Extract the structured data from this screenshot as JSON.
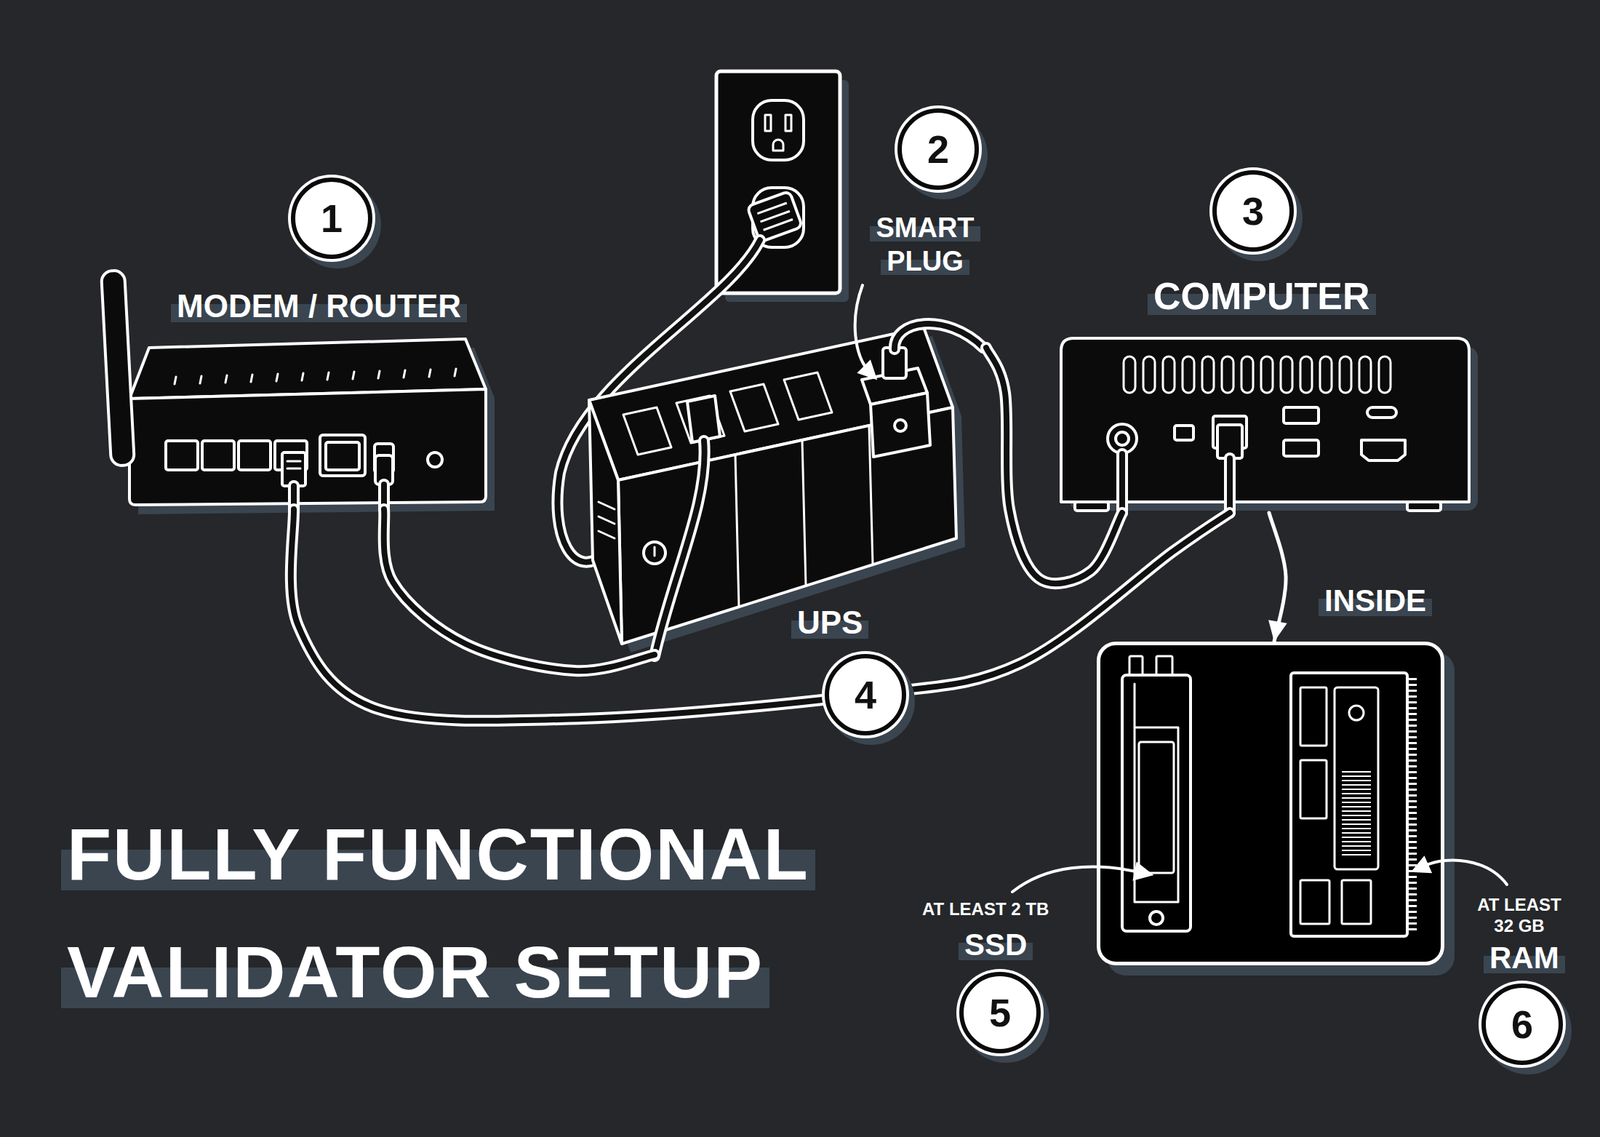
{
  "diagram": {
    "title": "FULLY FUNCTIONAL VALIDATOR SETUP",
    "nodes": [
      {
        "text": [
          "MODEM / ROUTER"
        ]
      },
      {
        "text": [
          "SMART PLUG"
        ]
      },
      {
        "text": [
          "COMPUTER"
        ]
      },
      {
        "text": [
          "UPS"
        ]
      },
      {
        "text": [
          "INSIDE"
        ]
      }
    ],
    "edges": [
      {
        "from": 0,
        "to": 3,
        "arrow": "none"
      },
      {
        "from": 0,
        "to": 2,
        "label": "4",
        "arrow": "none"
      },
      {
        "from": 1,
        "to": 2,
        "arrow": "none"
      },
      {
        "from": 2,
        "to": 4,
        "arrow": "to"
      }
    ],
    "labels": [
      "1",
      "2",
      "3",
      "AT LEAST 2 TB",
      "SSD",
      "5",
      "AT LEAST 32 GB",
      "RAM",
      "6"
    ]
  }
}
